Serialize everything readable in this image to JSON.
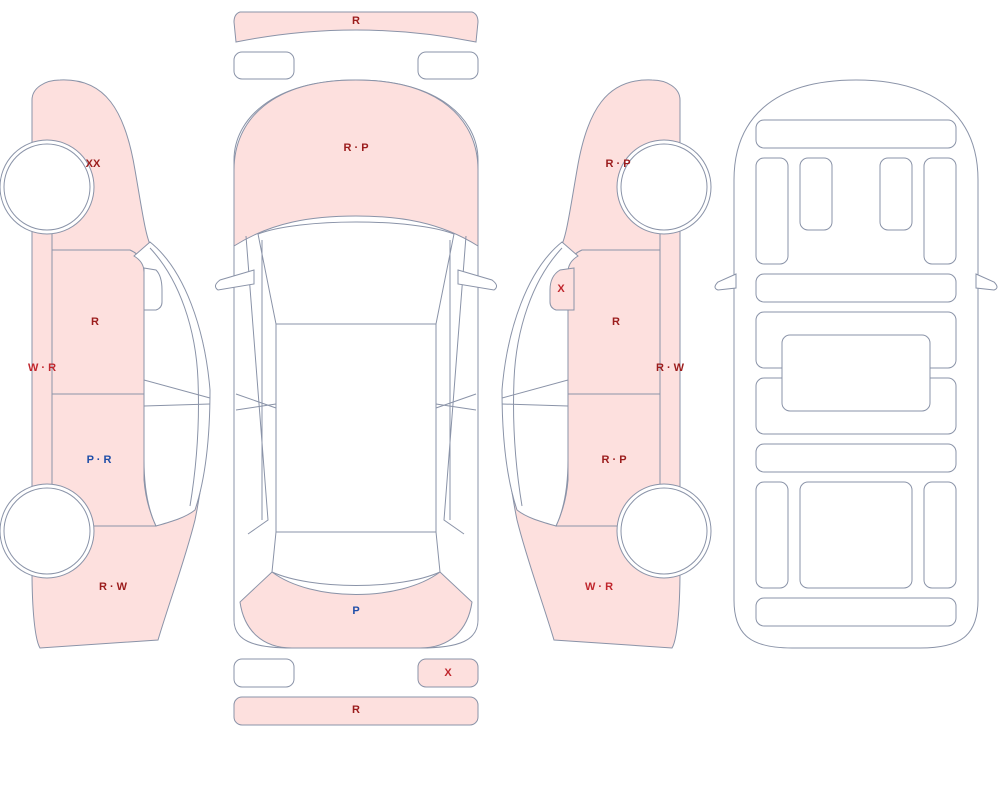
{
  "colors": {
    "damaged_fill": "#fde0de",
    "outline": "#8a93a8",
    "code_red": "#9b1c1c",
    "code_blue": "#1f4ea8"
  },
  "labels": {
    "left_fender_front": "XX",
    "left_door_front": "R",
    "left_sill": "W · R",
    "left_door_rear": "P · R",
    "left_quarter": "R · W",
    "front_bumper": "R",
    "hood": "R · P",
    "trunk_lid": "P",
    "rear_light_right": "X",
    "rear_bumper": "R",
    "right_fender_front": "R · P",
    "right_mirror": "X",
    "right_door_front": "R",
    "right_sill": "R · W",
    "right_door_rear": "R · P",
    "right_quarter": "W · R"
  }
}
